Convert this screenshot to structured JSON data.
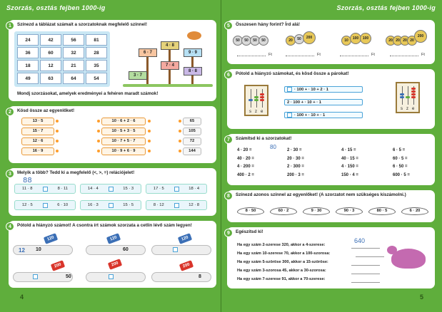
{
  "header": {
    "title_left": "Szorzás, osztás fejben 1000-ig",
    "title_right": "Szorzás, osztás fejben 1000-ig"
  },
  "pages": {
    "left": "4",
    "right": "5"
  },
  "s1": {
    "n": "1",
    "title": "Színezd a táblázat számait a szorzatoknak megfelelő színnel!",
    "grid": [
      "24",
      "42",
      "56",
      "81",
      "36",
      "60",
      "32",
      "28",
      "18",
      "12",
      "21",
      "35",
      "49",
      "63",
      "64",
      "54"
    ],
    "signs": [
      "6 · 7",
      "4 · 8",
      "9 · 9",
      "3 · 7",
      "7 · 4",
      "8 · 8"
    ],
    "bottom": "Mondj szorzásokat, amelyek eredményei a fehéren maradt számok!"
  },
  "s2": {
    "n": "2",
    "title": "Kösd össze az egyenlőket!",
    "left": [
      "13 · 5",
      "15 · 7",
      "12 · 6",
      "16 · 9"
    ],
    "mid": [
      "10 · 6 + 2 · 6",
      "10 · 5 + 3 · 5",
      "10 · 7 + 5 · 7",
      "10 · 9 + 6 · 9"
    ],
    "right": [
      "65",
      "105",
      "72",
      "144"
    ]
  },
  "s3": {
    "n": "3",
    "title": "Melyik a több? Tedd ki a megfelelő (<, >, =) relációjelet!",
    "written": "88",
    "rows": [
      [
        "11 · 8",
        "8 · 11",
        "14 · 4",
        "15 · 3",
        "17 · 5",
        "18 · 4"
      ],
      [
        "12 · 5",
        "6 · 10",
        "16 · 3",
        "15 · 5",
        "8 · 12",
        "12 · 8"
      ]
    ]
  },
  "s4": {
    "n": "4",
    "title": "Pótold a hiányzó számot! A csontra írt számok szorzata a cetlin lévő szám legyen!",
    "tags": [
      "120",
      "120",
      "120",
      "200",
      "200",
      "200"
    ],
    "bone_vals": [
      "12",
      "10",
      "60",
      "50",
      "8"
    ]
  },
  "s5": {
    "n": "5",
    "title": "Összesen hány forint? Írd alá!",
    "ft": [
      "Ft",
      "Ft",
      "Ft",
      "Ft"
    ],
    "coins1": [
      "50",
      "50",
      "50",
      "50"
    ],
    "coins2": [
      "20",
      "50",
      "200"
    ],
    "coins3": [
      "10",
      "100",
      "100"
    ],
    "coins4": [
      "20",
      "20",
      "20",
      "20",
      "200"
    ]
  },
  "s6": {
    "n": "6",
    "title": "Pótold a hiányzó számokat, és kösd össze a párokat!",
    "rows": [
      "· 100 + · 10 + 2 · 1",
      "2 · 100 + · 10 + · 1",
      "· 100 + · 10 + · 1"
    ],
    "abacus_labels": [
      "s",
      "z",
      "e"
    ]
  },
  "s7": {
    "n": "7",
    "title": "Számítsd ki a szorzatokat!",
    "written": "80",
    "cols": [
      [
        "4 · 20 =",
        "40 · 20 =",
        "4 · 200 =",
        "400 · 2 ="
      ],
      [
        "2 · 30 =",
        "20 · 30 =",
        "2 · 300 =",
        "200 · 3 ="
      ],
      [
        "4 · 15 =",
        "40 · 15 =",
        "4 · 150 =",
        "150 · 4 ="
      ],
      [
        "6 · 5 =",
        "60 · 5 =",
        "6 · 50 =",
        "600 · 5 ="
      ]
    ]
  },
  "s8": {
    "n": "8",
    "title": "Színezd azonos színnel az egyenlőket! (A szorzatot nem szükséges kiszámolni.)",
    "leaves": [
      "8 · 50",
      "60 · 2",
      "9 · 30",
      "90 · 3",
      "80 · 5",
      "6 · 20"
    ]
  },
  "s9": {
    "n": "9",
    "title": "Egészítsd ki!",
    "written": "640",
    "lines": [
      "Ha egy szám 2-szerese 320, akkor a 4-szerese:",
      "Ha egy szám 10-szerese 70, akkor a 100-szorosa:",
      "Ha egy szám 5-szöröse 300, akkor a 15-szöröse:",
      "Ha egy szám 3-szorosa 45, akkor a 30-szorosa:",
      "Ha egy szám 7-szerese 91, akkor a 70-szerese:"
    ]
  },
  "colors": {
    "green": "#5fae3c",
    "orange": "#ff9e2c",
    "blue": "#4aa3d8"
  }
}
